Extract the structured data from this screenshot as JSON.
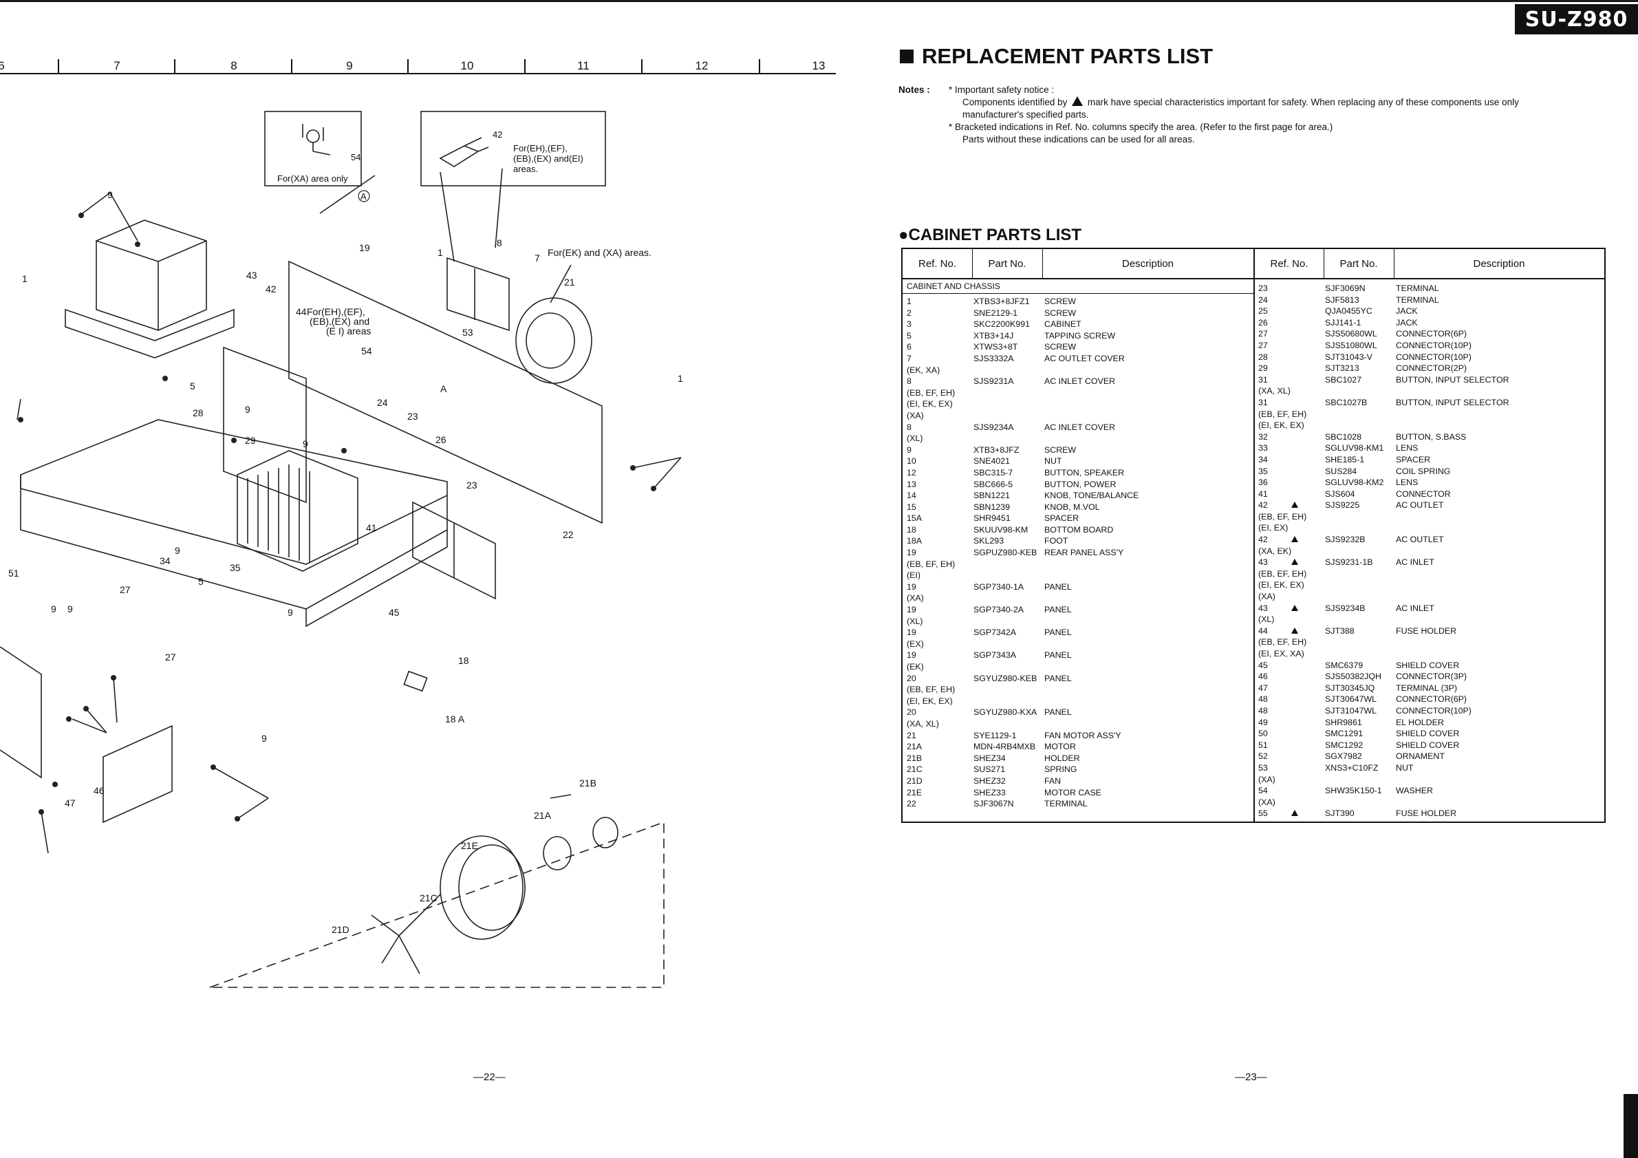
{
  "model": "SU-Z980",
  "ruler_numbers": [
    "6",
    "7",
    "8",
    "9",
    "10",
    "11",
    "12",
    "13"
  ],
  "diagram": {
    "callouts": [
      "9",
      "1",
      "43",
      "42",
      "19",
      "44",
      "For(EH),(EF),",
      "(EB),(EX) and",
      "(E I) areas",
      "8",
      "7",
      "For(EK) and (XA) areas.",
      "21",
      "1",
      "53",
      "54",
      "5",
      "28",
      "9",
      "29",
      "9",
      "24",
      "23",
      "A",
      "26",
      "1",
      "9",
      "23",
      "34",
      "5",
      "35",
      "27",
      "41",
      "9",
      "45",
      "22",
      "51",
      "9",
      "9",
      "27",
      "18",
      "18 A",
      "9",
      "47",
      "46",
      "21B",
      "21A",
      "21E",
      "21C",
      "21D"
    ],
    "box_xa_label": "For(XA) area only",
    "box_xa_num": "54",
    "box_xa_marker": "A",
    "box_eh_num": "42",
    "box_eh_text": [
      "For(EH),(EF),",
      "(EB),(EX) and(EI)",
      "areas."
    ]
  },
  "heading": "REPLACEMENT PARTS LIST",
  "notes": {
    "label": "Notes :",
    "line1": "* Important safety notice :",
    "line2a": "Components identified by",
    "line2b": "mark have special characteristics important for safety. When replacing any of these components use only",
    "line3": "manufacturer's specified parts.",
    "line4": "* Bracketed indications in Ref. No. columns specify the area. (Refer to the first page for area.)",
    "line5": "Parts without these indications can be used for all areas."
  },
  "cabinet_heading": "●CABINET PARTS LIST",
  "table": {
    "headers": [
      "Ref. No.",
      "Part No.",
      "Description",
      "Ref. No.",
      "Part No.",
      "Description"
    ],
    "section": "CABINET AND CHASSIS",
    "left_rows": [
      {
        "ref": "1",
        "part": "XTBS3+8JFZ1",
        "desc": "SCREW"
      },
      {
        "ref": "2",
        "part": "SNE2129-1",
        "desc": "SCREW"
      },
      {
        "ref": "3",
        "part": "SKC2200K991",
        "desc": "CABINET"
      },
      {
        "ref": "5",
        "part": "XTB3+14J",
        "desc": "TAPPING SCREW"
      },
      {
        "ref": "6",
        "part": "XTWS3+8T",
        "desc": "SCREW"
      },
      {
        "ref": "7",
        "part": "SJS3332A",
        "desc": "AC OUTLET COVER"
      },
      {
        "ref": "(EK, XA)",
        "part": "",
        "desc": ""
      },
      {
        "ref": "8",
        "part": "SJS9231A",
        "desc": "AC INLET COVER"
      },
      {
        "ref": "(EB, EF, EH)",
        "part": "",
        "desc": ""
      },
      {
        "ref": "(EI, EK, EX)",
        "part": "",
        "desc": ""
      },
      {
        "ref": "(XA)",
        "part": "",
        "desc": ""
      },
      {
        "ref": "8",
        "part": "SJS9234A",
        "desc": "AC INLET COVER"
      },
      {
        "ref": "(XL)",
        "part": "",
        "desc": ""
      },
      {
        "ref": "9",
        "part": "XTB3+8JFZ",
        "desc": "SCREW"
      },
      {
        "ref": "10",
        "part": "SNE4021",
        "desc": "NUT"
      },
      {
        "ref": "12",
        "part": "SBC315-7",
        "desc": "BUTTON, SPEAKER"
      },
      {
        "ref": "13",
        "part": "SBC666-5",
        "desc": "BUTTON, POWER"
      },
      {
        "ref": "14",
        "part": "SBN1221",
        "desc": "KNOB, TONE/BALANCE"
      },
      {
        "ref": "15",
        "part": "SBN1239",
        "desc": "KNOB, M.VOL"
      },
      {
        "ref": "15A",
        "part": "SHR9451",
        "desc": "SPACER"
      },
      {
        "ref": "18",
        "part": "SKUUV98-KM",
        "desc": "BOTTOM BOARD"
      },
      {
        "ref": "18A",
        "part": "SKL293",
        "desc": "FOOT"
      },
      {
        "ref": "19",
        "part": "SGPUZ980-KEB",
        "desc": "REAR PANEL ASS'Y"
      },
      {
        "ref": "(EB, EF, EH)",
        "part": "",
        "desc": ""
      },
      {
        "ref": "(EI)",
        "part": "",
        "desc": ""
      },
      {
        "ref": "19",
        "part": "SGP7340-1A",
        "desc": "PANEL"
      },
      {
        "ref": "(XA)",
        "part": "",
        "desc": ""
      },
      {
        "ref": "19",
        "part": "SGP7340-2A",
        "desc": "PANEL"
      },
      {
        "ref": "(XL)",
        "part": "",
        "desc": ""
      },
      {
        "ref": "19",
        "part": "SGP7342A",
        "desc": "PANEL"
      },
      {
        "ref": "(EX)",
        "part": "",
        "desc": ""
      },
      {
        "ref": "19",
        "part": "SGP7343A",
        "desc": "PANEL"
      },
      {
        "ref": "(EK)",
        "part": "",
        "desc": ""
      },
      {
        "ref": "20",
        "part": "SGYUZ980-KEB",
        "desc": "PANEL"
      },
      {
        "ref": "(EB, EF, EH)",
        "part": "",
        "desc": ""
      },
      {
        "ref": "(EI, EK, EX)",
        "part": "",
        "desc": ""
      },
      {
        "ref": "20",
        "part": "SGYUZ980-KXA",
        "desc": "PANEL"
      },
      {
        "ref": "(XA, XL)",
        "part": "",
        "desc": ""
      },
      {
        "ref": "21",
        "part": "SYE1129-1",
        "desc": "FAN MOTOR ASS'Y"
      },
      {
        "ref": "21A",
        "part": "MDN-4RB4MXB",
        "desc": "MOTOR"
      },
      {
        "ref": "21B",
        "part": "SHEZ34",
        "desc": "HOLDER"
      },
      {
        "ref": "21C",
        "part": "SUS271",
        "desc": "SPRING"
      },
      {
        "ref": "21D",
        "part": "SHEZ32",
        "desc": "FAN"
      },
      {
        "ref": "21E",
        "part": "SHEZ33",
        "desc": "MOTOR CASE"
      },
      {
        "ref": "22",
        "part": "SJF3067N",
        "desc": "TERMINAL"
      }
    ],
    "right_rows": [
      {
        "ref": "23",
        "warn": false,
        "part": "SJF3069N",
        "desc": "TERMINAL"
      },
      {
        "ref": "24",
        "warn": false,
        "part": "SJF5813",
        "desc": "TERMINAL"
      },
      {
        "ref": "25",
        "warn": false,
        "part": "QJA0455YC",
        "desc": "JACK"
      },
      {
        "ref": "26",
        "warn": false,
        "part": "SJJ141-1",
        "desc": "JACK"
      },
      {
        "ref": "27",
        "warn": false,
        "part": "SJS50680WL",
        "desc": "CONNECTOR(6P)"
      },
      {
        "ref": "27",
        "warn": false,
        "part": "SJS51080WL",
        "desc": "CONNECTOR(10P)"
      },
      {
        "ref": "28",
        "warn": false,
        "part": "SJT31043-V",
        "desc": "CONNECTOR(10P)"
      },
      {
        "ref": "29",
        "warn": false,
        "part": "SJT3213",
        "desc": "CONNECTOR(2P)"
      },
      {
        "ref": "31",
        "warn": false,
        "part": "SBC1027",
        "desc": "BUTTON, INPUT SELECTOR"
      },
      {
        "ref": "(XA, XL)",
        "warn": false,
        "part": "",
        "desc": ""
      },
      {
        "ref": "31",
        "warn": false,
        "part": "SBC1027B",
        "desc": "BUTTON, INPUT SELECTOR"
      },
      {
        "ref": "(EB, EF, EH)",
        "warn": false,
        "part": "",
        "desc": ""
      },
      {
        "ref": "(EI, EK, EX)",
        "warn": false,
        "part": "",
        "desc": ""
      },
      {
        "ref": "32",
        "warn": false,
        "part": "SBC1028",
        "desc": "BUTTON, S.BASS"
      },
      {
        "ref": "33",
        "warn": false,
        "part": "SGLUV98-KM1",
        "desc": "LENS"
      },
      {
        "ref": "34",
        "warn": false,
        "part": "SHE185-1",
        "desc": "SPACER"
      },
      {
        "ref": "35",
        "warn": false,
        "part": "SUS284",
        "desc": "COIL SPRING"
      },
      {
        "ref": "36",
        "warn": false,
        "part": "SGLUV98-KM2",
        "desc": "LENS"
      },
      {
        "ref": "41",
        "warn": false,
        "part": "SJS604",
        "desc": "CONNECTOR"
      },
      {
        "ref": "42",
        "warn": true,
        "part": "SJS9225",
        "desc": "AC OUTLET"
      },
      {
        "ref": "(EB, EF, EH)",
        "warn": false,
        "part": "",
        "desc": ""
      },
      {
        "ref": "(EI, EX)",
        "warn": false,
        "part": "",
        "desc": ""
      },
      {
        "ref": "42",
        "warn": true,
        "part": "SJS9232B",
        "desc": "AC OUTLET"
      },
      {
        "ref": "(XA, EK)",
        "warn": false,
        "part": "",
        "desc": ""
      },
      {
        "ref": "43",
        "warn": true,
        "part": "SJS9231-1B",
        "desc": "AC INLET"
      },
      {
        "ref": "(EB, EF, EH)",
        "warn": false,
        "part": "",
        "desc": ""
      },
      {
        "ref": "(EI, EK, EX)",
        "warn": false,
        "part": "",
        "desc": ""
      },
      {
        "ref": "(XA)",
        "warn": false,
        "part": "",
        "desc": ""
      },
      {
        "ref": "43",
        "warn": true,
        "part": "SJS9234B",
        "desc": "AC INLET"
      },
      {
        "ref": "(XL)",
        "warn": false,
        "part": "",
        "desc": ""
      },
      {
        "ref": "44",
        "warn": true,
        "part": "SJT388",
        "desc": "FUSE HOLDER"
      },
      {
        "ref": "(EB, EF, EH)",
        "warn": false,
        "part": "",
        "desc": ""
      },
      {
        "ref": "(EI, EX, XA)",
        "warn": false,
        "part": "",
        "desc": ""
      },
      {
        "ref": "45",
        "warn": false,
        "part": "SMC6379",
        "desc": "SHIELD COVER"
      },
      {
        "ref": "46",
        "warn": false,
        "part": "SJS50382JQH",
        "desc": "CONNECTOR(3P)"
      },
      {
        "ref": "47",
        "warn": false,
        "part": "SJT30345JQ",
        "desc": "TERMINAL (3P)"
      },
      {
        "ref": "48",
        "warn": false,
        "part": "SJT30647WL",
        "desc": "CONNECTOR(6P)"
      },
      {
        "ref": "48",
        "warn": false,
        "part": "SJT31047WL",
        "desc": "CONNECTOR(10P)"
      },
      {
        "ref": "49",
        "warn": false,
        "part": "SHR9861",
        "desc": "EL HOLDER"
      },
      {
        "ref": "50",
        "warn": false,
        "part": "SMC1291",
        "desc": "SHIELD COVER"
      },
      {
        "ref": "51",
        "warn": false,
        "part": "SMC1292",
        "desc": "SHIELD COVER"
      },
      {
        "ref": "52",
        "warn": false,
        "part": "SGX7982",
        "desc": "ORNAMENT"
      },
      {
        "ref": "53",
        "warn": false,
        "part": "XNS3+C10FZ",
        "desc": "NUT"
      },
      {
        "ref": "(XA)",
        "warn": false,
        "part": "",
        "desc": ""
      },
      {
        "ref": "54",
        "warn": false,
        "part": "SHW35K150-1",
        "desc": "WASHER"
      },
      {
        "ref": "(XA)",
        "warn": false,
        "part": "",
        "desc": ""
      },
      {
        "ref": "55",
        "warn": true,
        "part": "SJT390",
        "desc": "FUSE HOLDER"
      }
    ]
  },
  "page_left": "—22—",
  "page_right": "—23—"
}
